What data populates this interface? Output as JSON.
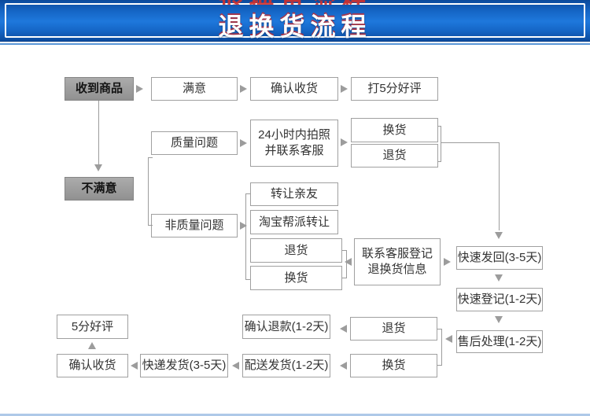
{
  "header": {
    "title": "退换货流程"
  },
  "labels": {
    "received": "收到商品",
    "unsatisfied": "不满意",
    "satisfied": "满意",
    "confirm_receipt": "确认收货",
    "five_star_rate": "打5分好评",
    "quality": "质量问题",
    "non_quality": "非质量问题",
    "photo24_line1": "24小时内拍照",
    "photo24_line2": "并联系客服",
    "exchange": "换货",
    "return": "退货",
    "transfer_friends": "转让亲友",
    "taobao_transfer": "淘宝帮派转让",
    "contact_cs_line1": "联系客服登记",
    "contact_cs_line2": "退换货信息",
    "fast_sendback": "快速发回(3-5天)",
    "fast_register": "快速登记(1-2天)",
    "aftersale": "售后处理(1-2天)",
    "confirm_refund": "确认退款(1-2天)",
    "dispatch": "配送发货(1-2天)",
    "express": "快递发货(3-5天)",
    "five_star": "5分好评"
  },
  "colors": {
    "banner_blue": "#1566c6",
    "banner_dark_edge": "#0c4a9c",
    "title_text": "#ffffff",
    "title_red_fringe": "#d2302c",
    "divider_blue": "#5b97d8",
    "box_border_gray": "#a0a0a0",
    "gray_box_fill": "#9c9c9c",
    "connector_gray": "#9c9c9c",
    "text_dark": "#333333"
  }
}
